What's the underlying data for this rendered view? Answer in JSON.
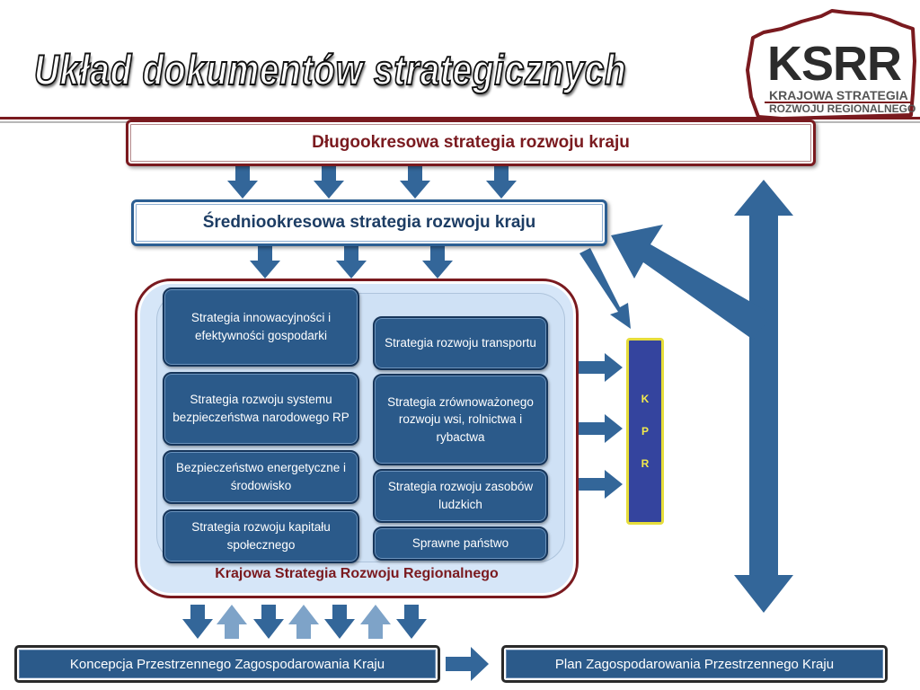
{
  "title": "Układ dokumentów strategicznych",
  "logo": {
    "wordmark": "KSRR",
    "line1": "KRAJOWA STRATEGIA",
    "line2": "ROZWOJU REGIONALNEGO"
  },
  "long_term": "Długookresowa strategia rozwoju kraju",
  "mid_term": "Średniookresowa strategia rozwoju kraju",
  "ksrr_label": "Krajowa Strategia Rozwoju Regionalnego",
  "left_strategies": [
    "Strategia innowacyjności i efektywności gospodarki",
    "Strategia rozwoju systemu bezpieczeństwa narodowego RP",
    "Bezpieczeństwo energetyczne i środowisko",
    "Strategia rozwoju kapitału społecznego"
  ],
  "right_strategies": [
    "Strategia rozwoju transportu",
    "Strategia zrównoważonego rozwoju wsi, rolnictwa i rybactwa",
    "Strategia rozwoju zasobów ludzkich",
    "Sprawne państwo"
  ],
  "kpr": [
    "K",
    "P",
    "R"
  ],
  "bottom_left": "Koncepcja Przestrzennego Zagospodarowania Kraju",
  "bottom_right": "Plan Zagospodarowania Przestrzennego Kraju",
  "colors": {
    "maroon": "#7a1a1f",
    "blue_box": "#2b5a8a",
    "arrow_blue": "#336699",
    "kpr_fill": "#34449e",
    "kpr_border": "#e6dd3c"
  }
}
